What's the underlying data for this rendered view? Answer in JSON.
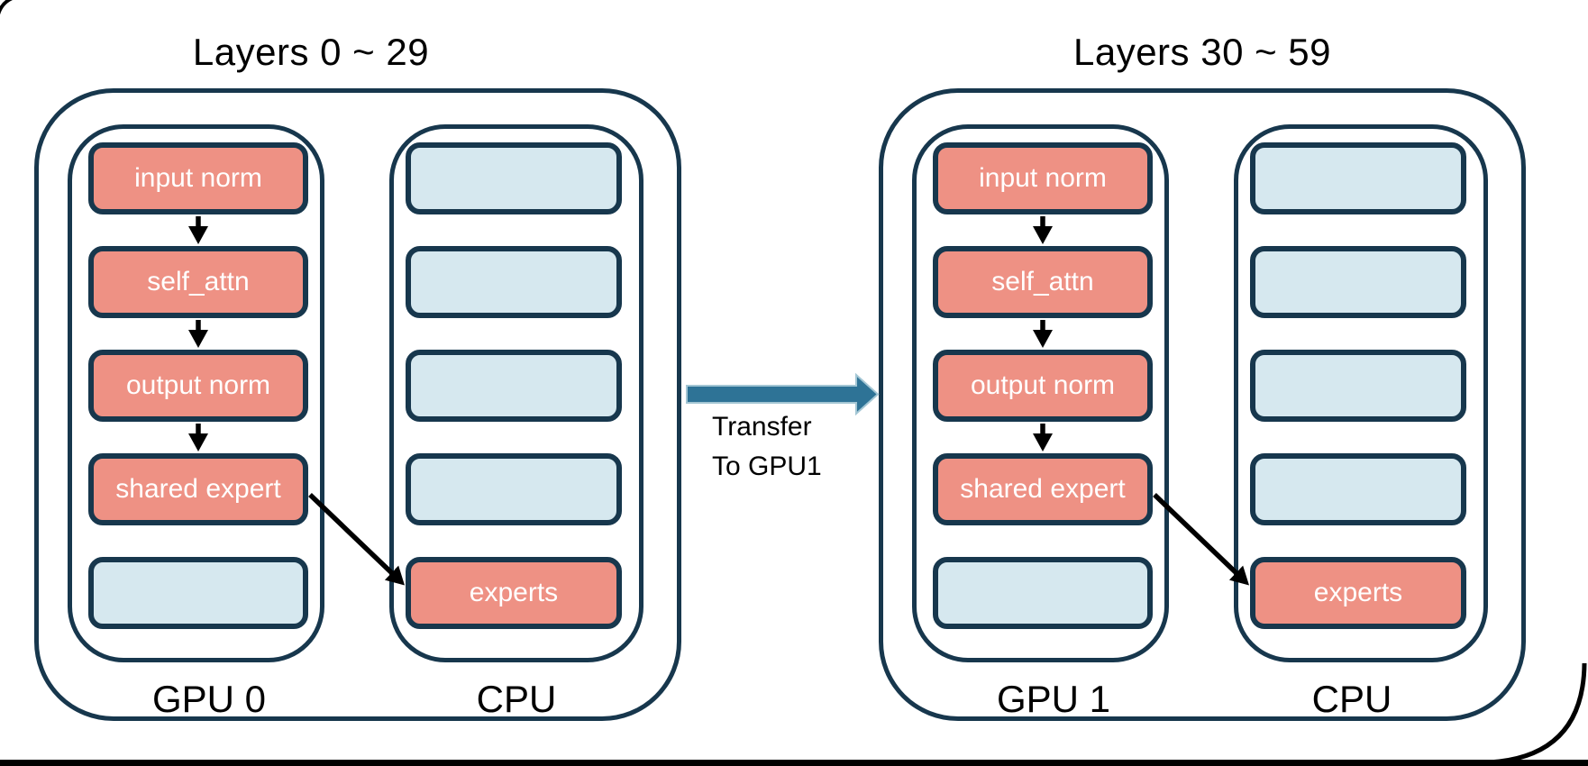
{
  "colors": {
    "navy": "#17374D",
    "salmon": "#EE9184",
    "light_blue": "#D6E8EF",
    "teal": "#2E7396",
    "arrow_black": "#000000",
    "text": "#000000",
    "box_text": "#FFFFFF"
  },
  "groups": [
    {
      "title": "Layers 0 ~ 29",
      "gpu_label": "GPU 0",
      "cpu_label": "CPU",
      "gpu_boxes": [
        "input norm",
        "self_attn",
        "output norm",
        "shared expert",
        ""
      ],
      "cpu_boxes": [
        "",
        "",
        "",
        "",
        "experts"
      ]
    },
    {
      "title": "Layers 30 ~ 59",
      "gpu_label": "GPU 1",
      "cpu_label": "CPU",
      "gpu_boxes": [
        "input norm",
        "self_attn",
        "output norm",
        "shared expert",
        ""
      ],
      "cpu_boxes": [
        "",
        "",
        "",
        "",
        "experts"
      ]
    }
  ],
  "transfer": {
    "line1": "Transfer",
    "line2": "To GPU1"
  }
}
